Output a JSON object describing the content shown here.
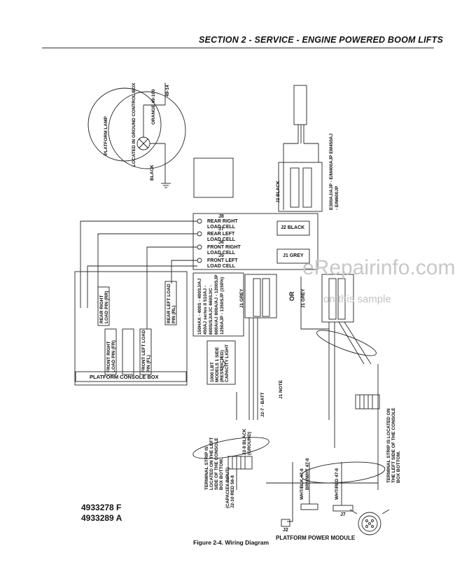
{
  "header": {
    "title": "SECTION 2 - SERVICE - ENGINE POWERED BOOM LIFTS"
  },
  "watermark": {
    "site": "eRepairinfo.com",
    "note": "on this sample"
  },
  "lamp": {
    "platform_lamp": "PLATFORM LAMP",
    "located": "LOCATED IN GROUND CONTROL BOX",
    "orange": "ORANGE 49-100",
    "code": "49-14",
    "black": "BLACK"
  },
  "j_connectors": {
    "j8": "J8",
    "j8_label": "REAR RIGHT LOAD CELL",
    "j7": "J7",
    "j7_label": "REAR LEFT LOAD CELL",
    "j6": "J6",
    "j6_label": "FRONT RIGHT LOAD CELL",
    "j5": "J5",
    "j5_label": "FRONT LEFT LOAD CELL",
    "j2_black": "J2 BLACK",
    "j1_grey": "J1 GREY"
  },
  "load_pins": {
    "rear_right": "REAR RIGHT LOAD PIN (RR)",
    "front_right": "FRONT RIGHT LOAD PIN (FR)",
    "front_left": "FRONT LEFT LOAD PIN (FL)",
    "rear_left": "REAR LEFT LOAD PIN (RL)"
  },
  "console_box": "PLATFORM CONSOLE BOX",
  "j2_black_vertical": "J2 BLACK",
  "j1_grey_a": "J1 GREY",
  "j1_grey_b": "J1 GREY",
  "or_label": "OR",
  "model_note_a": "150HAX - 400S - 400SJ/AJ 450AJ series II 510AJ - 600S/SJ/AJC 660SJ/C - 600A/AJ 800A/AJ - 1200SJP 1250AJP - 1350SJP (150%)",
  "model_note_b": "E300AJ/AJP - E/M400AJP EM450AJ - E/M600JP",
  "capacity_light": "1000 LBT MODELS 1 SIDE (RESTRICTED) CAPACITY LIGHT",
  "j1_note": "J1 NOTE",
  "terminal_strip_left": "TERMINAL STRIP IS LOCATED ON THE LEFT SIDE OF THE CONSOLE BOX BOTTOM.",
  "terminal_strip_right": "TERMINAL STRIP IS LOCATED ON THE LEFT SIDE OF THE CONSOLE BOX BOTTOM.",
  "capacity_input": "(CAPACITY INPUT) J2-10 RED 56-8",
  "ground": "J2-8 BLACK (GROUND)",
  "batt": "J2-7 - BATT",
  "wire_labels": {
    "wht_blk": "WHT/BLK 47-8",
    "brn_wht": "BRN/WHT 47-8",
    "wht_red": "WHT/RED 47-8",
    "j2": "J2",
    "j7": "J7"
  },
  "platform_power_module": "PLATFORM POWER MODULE",
  "part_numbers": [
    "4933278 F",
    "4933289 A"
  ],
  "caption": "Figure 2-4.  Wiring Diagram"
}
